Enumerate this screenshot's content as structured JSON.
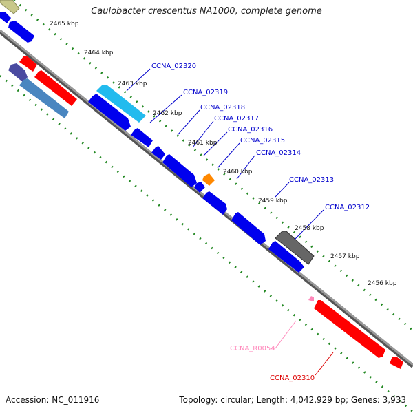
{
  "title": "Caulobacter crescentus NA1000, complete genome",
  "footer": {
    "accession_label": "Accession:",
    "accession": "NC_011916",
    "topology_label": "Topology:",
    "topology": "circular",
    "length_label": "Length:",
    "length": "4,042,929 bp",
    "genes_label": "Genes:",
    "genes": "3,933"
  },
  "ticks": [
    {
      "label": "2465 kbp"
    },
    {
      "label": "2464 kbp"
    },
    {
      "label": "2463 kbp"
    },
    {
      "label": "2462 kbp"
    },
    {
      "label": "2461 kbp"
    },
    {
      "label": "2460 kbp"
    },
    {
      "label": "2459 kbp"
    },
    {
      "label": "2458 kbp"
    },
    {
      "label": "2457 kbp"
    },
    {
      "label": "2456 kbp"
    }
  ],
  "gene_labels": [
    {
      "name": "CCNA_02320",
      "color": "#0000cc"
    },
    {
      "name": "CCNA_02319",
      "color": "#0000cc"
    },
    {
      "name": "CCNA_02318",
      "color": "#0000cc"
    },
    {
      "name": "CCNA_02317",
      "color": "#0000cc"
    },
    {
      "name": "CCNA_02316",
      "color": "#0000cc"
    },
    {
      "name": "CCNA_02315",
      "color": "#0000cc"
    },
    {
      "name": "CCNA_02314",
      "color": "#0000cc"
    },
    {
      "name": "CCNA_02313",
      "color": "#0000cc"
    },
    {
      "name": "CCNA_02312",
      "color": "#0000cc"
    },
    {
      "name": "CCNA_R0054",
      "color": "#ff88bb"
    },
    {
      "name": "CCNA_02310",
      "color": "#dd0000"
    }
  ],
  "colors": {
    "cds_blue": "#0000ee",
    "cds_red": "#ff0000",
    "cds_cyan": "#22bbee",
    "cds_steel": "#4a86c0",
    "cds_indigo": "#4a4aa0",
    "cds_orange": "#ff8800",
    "cds_gray": "#666666",
    "cds_olive": "#c8c88a",
    "rna_pink": "#ff88bb",
    "backbone": "#888888",
    "tick_green": "#228822"
  }
}
